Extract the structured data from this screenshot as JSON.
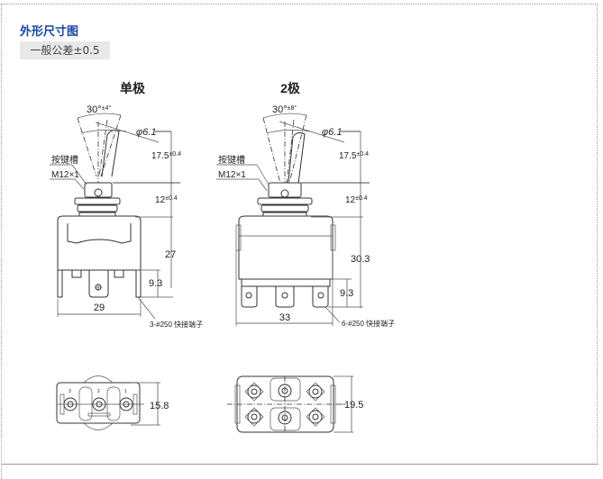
{
  "header": {
    "title": "外形尺寸图",
    "tolerance_badge": "一般公差±0.5"
  },
  "single_pole": {
    "heading": "单极",
    "angle_label": "30°",
    "angle_tolerance": "±4°",
    "lever_diameter": "φ6.1",
    "lever_height": "17.5",
    "lever_height_tol": "±0.4",
    "bushing_height": "12",
    "bushing_height_tol": "±0.4",
    "keyway_label": "按键槽",
    "thread_label": "M12×1",
    "body_height": "27",
    "terminal_length": "9.3",
    "body_width": "29",
    "terminal_note": "3-#250 快接端子",
    "bottom_depth": "15.8",
    "terminal_marks": [
      "3",
      "2",
      "1"
    ]
  },
  "double_pole": {
    "heading": "2极",
    "angle_label": "30°",
    "angle_tolerance": "±8°",
    "lever_diameter": "φ6.1",
    "lever_height": "17.5",
    "lever_height_tol": "±0.4",
    "bushing_height": "12",
    "bushing_height_tol": "±0.4",
    "keyway_label": "按键槽",
    "thread_label": "M12×1",
    "body_height": "30.3",
    "terminal_length": "9.3",
    "body_width": "33",
    "terminal_note": "6-#250 快接端子",
    "bottom_depth": "19.5"
  }
}
